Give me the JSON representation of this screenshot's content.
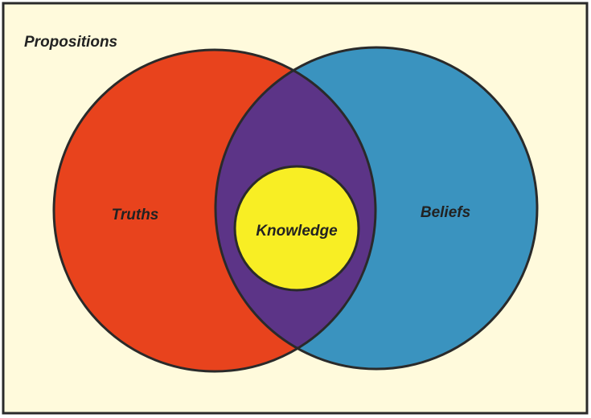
{
  "diagram": {
    "universe_label": "Propositions",
    "sets": [
      {
        "id": "truths",
        "label": "Truths",
        "color": "#e8431d"
      },
      {
        "id": "beliefs",
        "label": "Beliefs",
        "color": "#3a93bf"
      }
    ],
    "overlap_color": "#5c3487",
    "core": {
      "label": "Knowledge",
      "color": "#f8ee24"
    },
    "background_color": "#fffadc",
    "outline_color": "#2a2a2a"
  }
}
